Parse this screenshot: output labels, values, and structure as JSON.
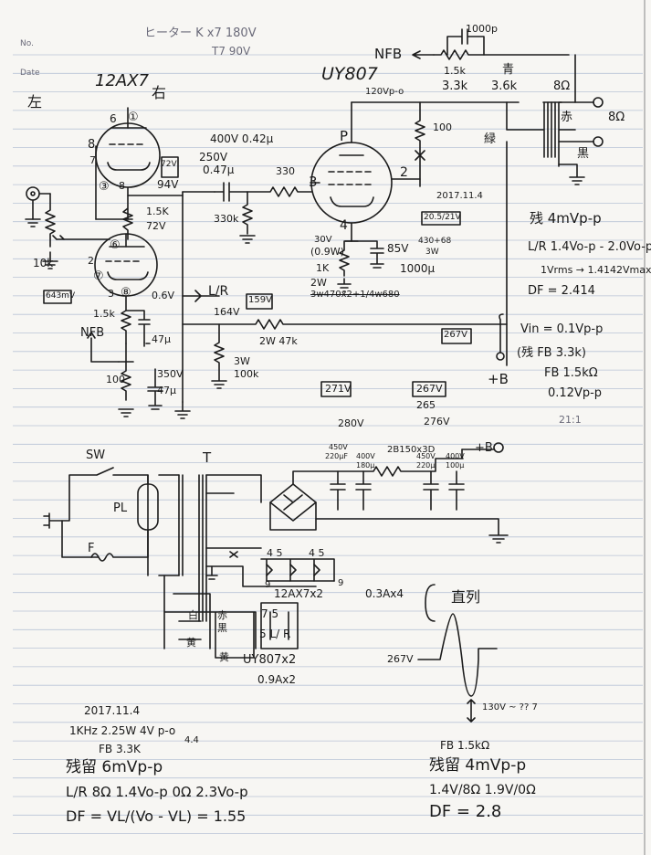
{
  "header": {
    "no_label": "No.",
    "date_label": "Date",
    "heater_note_1": "ヒーター K x7 180V",
    "heater_note_2": "T7 90V"
  },
  "tubes": {
    "driver": "12AX7",
    "output": "UY807",
    "side_mark": "左",
    "circled_mark": "右"
  },
  "preamp": {
    "pin_top": "6",
    "pin_top_circ": "①",
    "pin_7": "7",
    "pin_8": "8",
    "pin_3c": "③",
    "pin_6c": "⑥",
    "pin_2": "2",
    "pin_7c": "⑦",
    "pin_3": "3",
    "pin_8c": "⑧",
    "v_box_1": "72V",
    "v_94": "94V",
    "r_15k_a": "1.5K",
    "v_72": "72V",
    "pot": "10k",
    "v_box_643": "643mV",
    "v_06": "0.6V",
    "r_15k_b": "1.5k",
    "nfb": "NFB",
    "c_47u": "47μ",
    "r_100": "100",
    "c_350v": "350V",
    "c_47u_b": "47μ",
    "lr": "L/R"
  },
  "coupling": {
    "c1": "400V 0.42μ",
    "c2a": "250V",
    "c2b": "0.47μ",
    "r_330": "330",
    "grid_pin": "3",
    "r_330k": "330k"
  },
  "output_stage": {
    "nfb": "NFB",
    "c_fb": "1000p",
    "r_fb1": "1.5k",
    "r_fb2": "3.3k",
    "r_fb3": "3.6k",
    "blue": "青",
    "v_120": "120Vp-o",
    "ohm8_a": "8Ω",
    "red": "赤",
    "ohm8_b": "8Ω",
    "black": "黒",
    "green": "緑",
    "r_100": "100",
    "p": "P",
    "pin_2": "2",
    "pin_4": "4",
    "date": "2017.11.4",
    "v_box": "20.5/21V",
    "v_30": "30V",
    "v_09w": "(0.9W)",
    "r_1k": "1K",
    "w_2": "2W",
    "c_85": "85V",
    "c_1000u": "1000μ",
    "note_430": "430+68",
    "note_3w": "3W",
    "rating": "3w470x2+1/4w680",
    "v_164": "164V",
    "v_box_159": "159V",
    "r_47k": "2W 47k",
    "v_box_267": "267V",
    "r_100k_w": "3W",
    "r_100k": "100k",
    "plus_b": "+B"
  },
  "measurements": {
    "ripple": "残 4mVp-p",
    "lr_out": "L/R 1.4Vo-p - 2.0Vo-p",
    "vrms": "1Vrms → 1.4142Vmax",
    "df": "DF = 2.414",
    "vin": "Vin = 0.1Vp-p",
    "fb33": "(残 FB 3.3k)",
    "fb15": "FB 1.5kΩ",
    "v012": "0.12Vp-p",
    "ratio": "21:1"
  },
  "supply_boxes": {
    "b1": "271V",
    "b2": "267V",
    "v_265": "265",
    "v_280": "280V",
    "v_276": "276V"
  },
  "power": {
    "sw": "SW",
    "t": "T",
    "pl": "PL",
    "f": "F",
    "diode": "2B150x3D",
    "plus_b": "+B",
    "c1a": "450V",
    "c1b": "220μF",
    "c2a": "400V",
    "c2b": "180μ",
    "c3a": "450V",
    "c3b": "220μ",
    "c4a": "400V",
    "c4b": "100μ",
    "pins_a": "4 5",
    "pins_b": "4 5",
    "pin_9a": "9",
    "pin_9b": "9",
    "tube_note": "12AX7x2",
    "current_a": "0.3Ax4",
    "white": "白",
    "yellow_c": "黄",
    "red": "赤",
    "black": "黒",
    "yellow": "黄",
    "out_pins": "7 5",
    "out_pins2": "5 L/ R",
    "tube_note2": "UY807x2",
    "current_b": "0.9Ax2",
    "serial": "直列",
    "wave_v": "267V",
    "wave_note": "130V ~ ?? 7"
  },
  "log_left": {
    "date": "2017.11.4",
    "line1": "1KHz  2.25W  4V p-o",
    "line1b": "4.4",
    "fb": "FB 3.3K",
    "ripple": "残留  6mVp-p",
    "lr": "L/R 8Ω  1.4Vo-p  0Ω  2.3Vo-p",
    "df": "DF = VL/(Vo - VL) = 1.55"
  },
  "log_right": {
    "fb": "FB 1.5kΩ",
    "ripple": "残留  4mVp-p",
    "lr": "1.4V/8Ω  1.9V/0Ω",
    "df": "DF = 2.8"
  }
}
